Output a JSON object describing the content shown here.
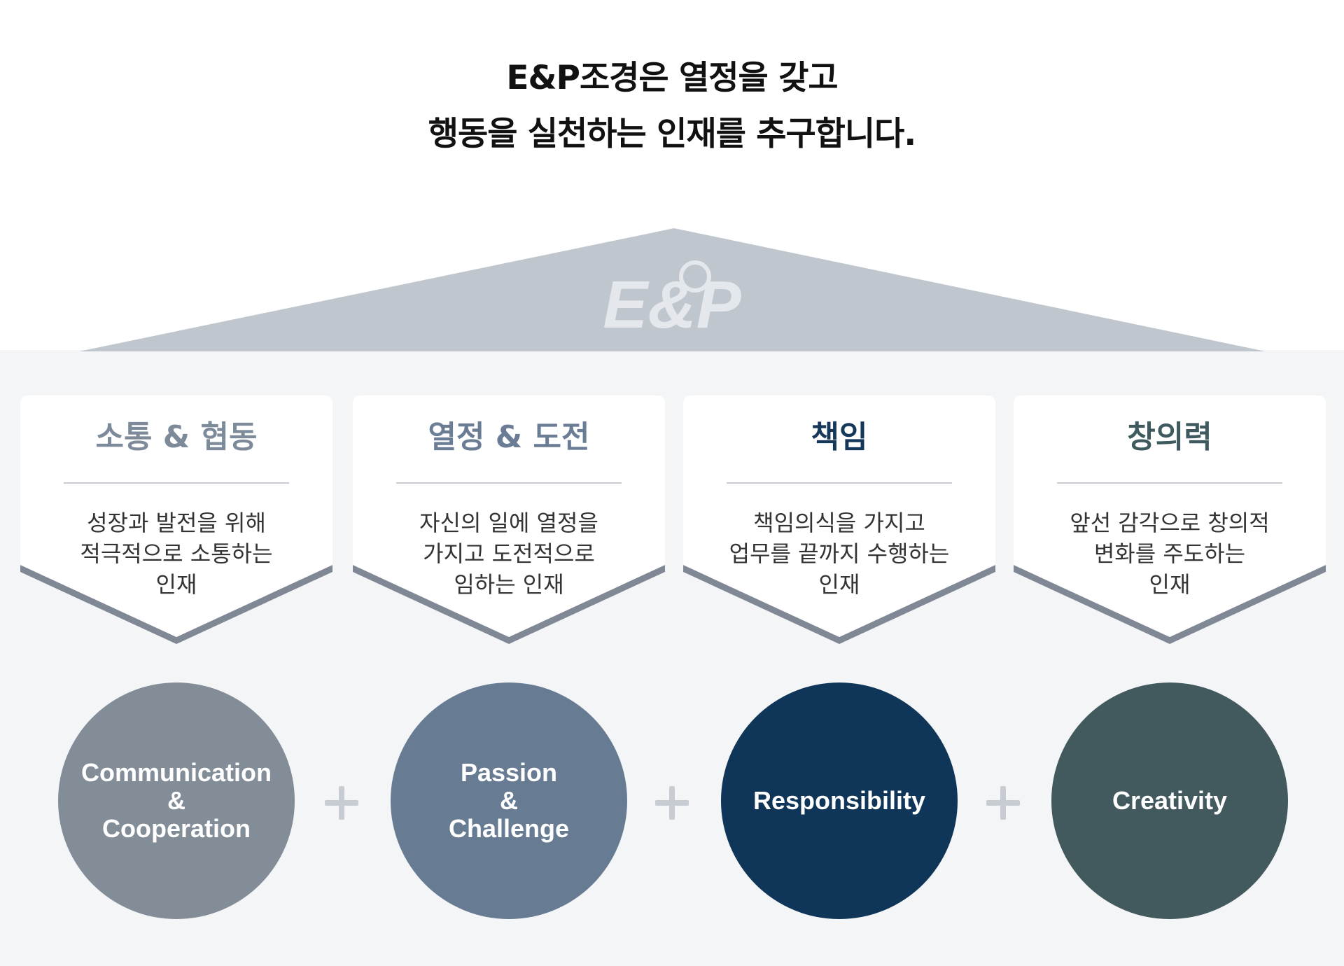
{
  "headline": {
    "line1": "E&P조경은 열정을 갖고",
    "line2": "행동을 실천하는 인재를 추구합니다."
  },
  "logo": {
    "text": "E&P"
  },
  "colors": {
    "roof": "#c0c6ce",
    "panel": "#f4f5f7",
    "card_arrow": "#7f8894",
    "plus": "#c7ccd3"
  },
  "values": [
    {
      "title": "소통 & 협동",
      "title_color": "#7d8a99",
      "desc": [
        "성장과 발전을 위해",
        "적극적으로 소통하는",
        "인재"
      ],
      "circle_lines": [
        "Communication",
        "&",
        "Cooperation"
      ],
      "circle_color": "#838d98"
    },
    {
      "title": "열정 & 도전",
      "title_color": "#6a7d95",
      "desc": [
        "자신의 일에 열정을",
        "가지고 도전적으로",
        "임하는 인재"
      ],
      "circle_lines": [
        "Passion",
        "&",
        "Challenge"
      ],
      "circle_color": "#677b93"
    },
    {
      "title": "책임",
      "title_color": "#15375a",
      "desc": [
        "책임의식을 가지고",
        "업무를 끝까지 수행하는",
        "인재"
      ],
      "circle_lines": [
        "Responsibility"
      ],
      "circle_color": "#0f3658"
    },
    {
      "title": "창의력",
      "title_color": "#3f5a5f",
      "desc": [
        "앞선 감각으로 창의적",
        "변화를 주도하는",
        "인재"
      ],
      "circle_lines": [
        "Creativity"
      ],
      "circle_color": "#42595e"
    }
  ]
}
